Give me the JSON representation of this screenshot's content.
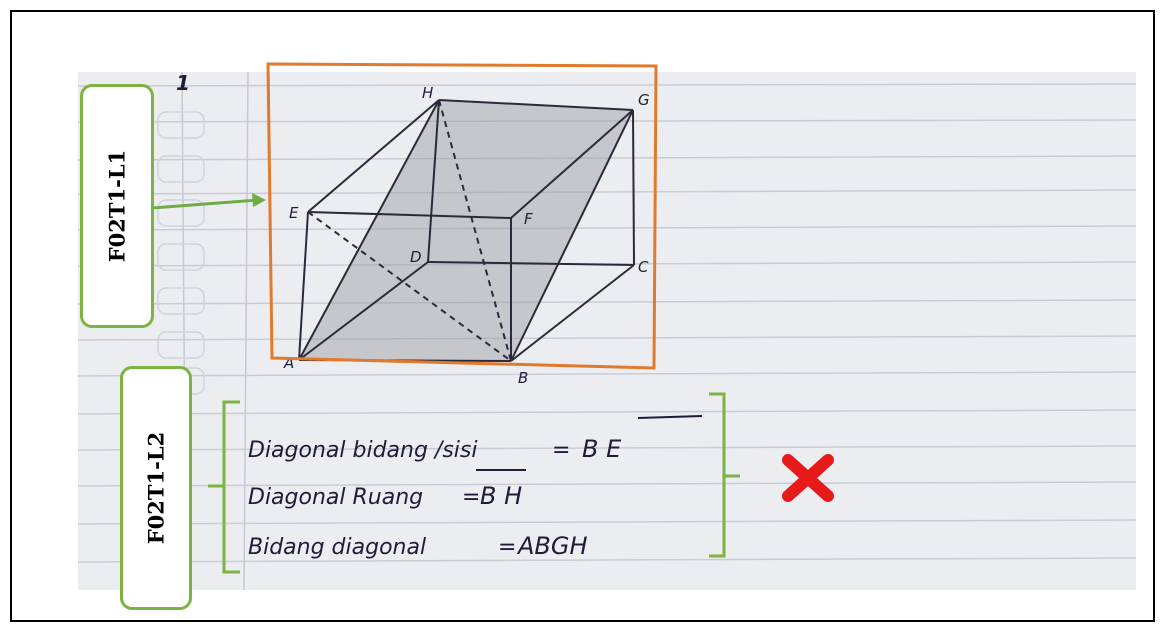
{
  "labels": {
    "l1": "F02T1-L1",
    "l2": "F02T1-L2"
  },
  "cube": {
    "vertices": [
      "A",
      "B",
      "C",
      "D",
      "E",
      "F",
      "G",
      "H"
    ],
    "top_mark": "1"
  },
  "notes": [
    {
      "term": "Diagonal bidang /sisi",
      "eq": "=",
      "answer": "B E"
    },
    {
      "term": "Diagonal Ruang",
      "eq": "=",
      "answer": "B H"
    },
    {
      "term": "Bidang diagonal",
      "eq": "=",
      "answer": "ABGH"
    }
  ],
  "verdict": "incorrect-mark",
  "colors": {
    "box_outline": "#e07a2e",
    "arrow": "#6fac46",
    "label_border": "#7cb342",
    "cross": "#e81919",
    "shade": "#9a9aa0",
    "ink": "#1d1d3a"
  }
}
